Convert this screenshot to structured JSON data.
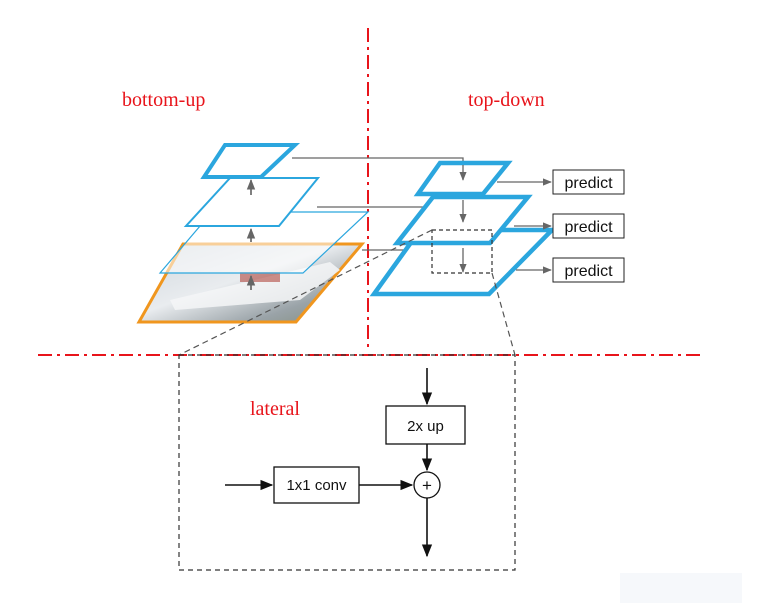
{
  "labels": {
    "bottom_up": "bottom-up",
    "top_down": "top-down",
    "lateral": "lateral"
  },
  "predict_boxes": [
    "predict",
    "predict",
    "predict"
  ],
  "lateral_block": {
    "conv_label": "1x1 conv",
    "up_label": "2x up",
    "sum_symbol": "+"
  },
  "colors": {
    "divider": "#e8141b",
    "pyramid_edge": "#2ba6de",
    "image_edge": "#f0961e",
    "arrow": "#666666",
    "box_border": "#222222"
  }
}
